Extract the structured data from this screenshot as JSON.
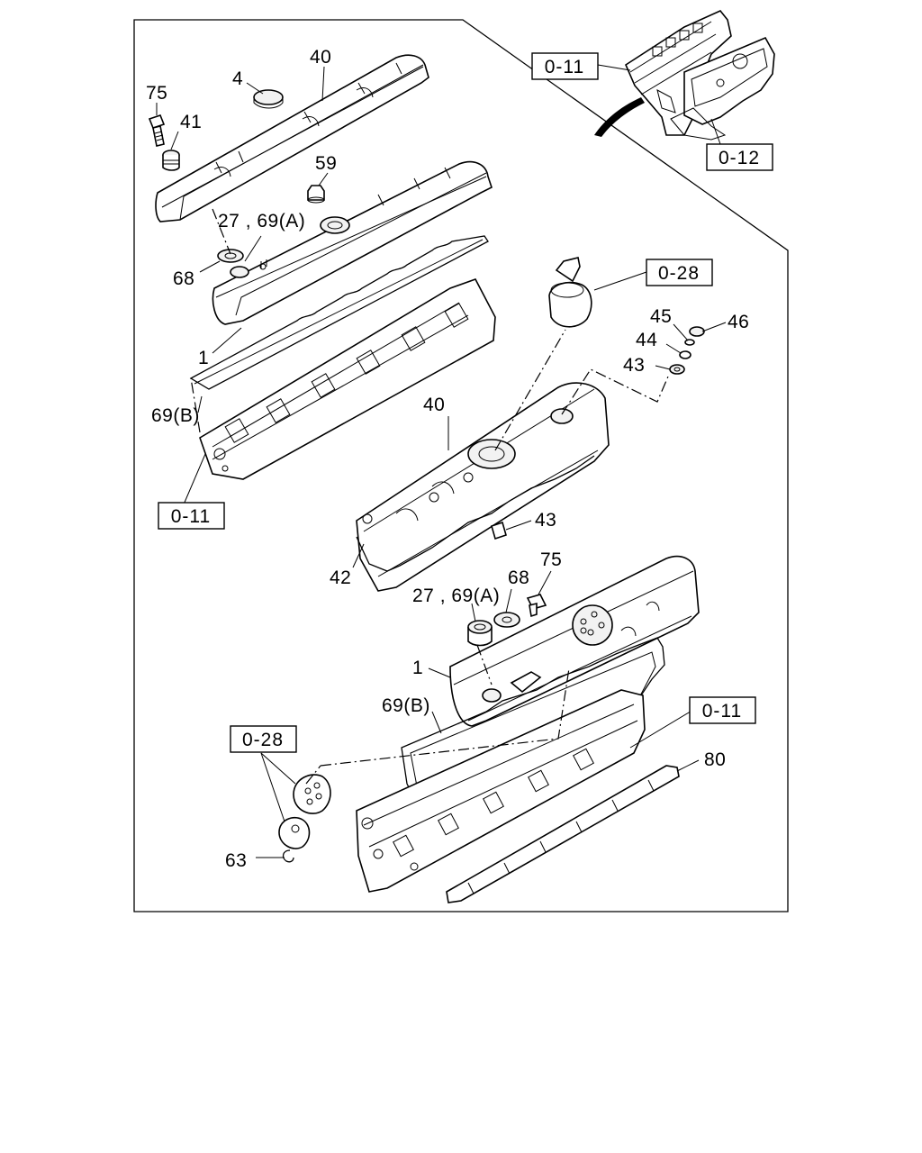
{
  "diagram": {
    "callouts": {
      "c75a": "75",
      "c4": "4",
      "c40a": "40",
      "c41": "41",
      "c59": "59",
      "c27a": "27 , 69(A)",
      "c68a": "68",
      "c1a": "1",
      "c69ba": "69(B)",
      "c45": "45",
      "c46": "46",
      "c44": "44",
      "c43a": "43",
      "c40b": "40",
      "c43b": "43",
      "c42": "42",
      "c75b": "75",
      "c68b": "68",
      "c27b": "27 , 69(A)",
      "c1b": "1",
      "c69bb": "69(B)",
      "c80": "80",
      "c63": "63"
    },
    "references": {
      "r011a": "0-11",
      "r012": "0-12",
      "r028a": "0-28",
      "r011b": "0-11",
      "r011c": "0-11",
      "r028b": "0-28"
    }
  }
}
